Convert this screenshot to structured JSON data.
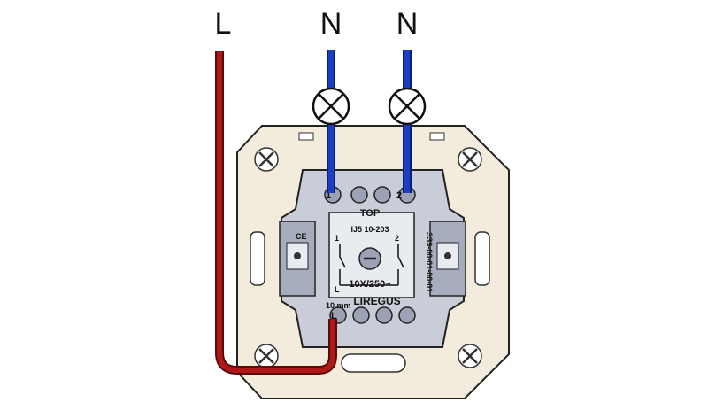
{
  "wire_labels": {
    "live": "L",
    "neutral_1": "N",
    "neutral_2": "N"
  },
  "switch_markings": {
    "top": "TOP",
    "model": "IJ5 10-203",
    "rating": "10X/250~",
    "brand": "LIREGUS",
    "strip_length": "10 mm",
    "serial": "ЗЗ9-00-01-00-01",
    "terminal_1": "1",
    "terminal_2": "2",
    "terminal_L": "L",
    "contact_1": "1",
    "contact_2": "2",
    "contact_L": "L",
    "ce_mark": "CE"
  },
  "colors": {
    "live_wire": "#b01818",
    "neutral_wire": "#1a3fc2",
    "mounting_plate": "#f3ebdb",
    "mechanism": "#c9cdd8"
  }
}
